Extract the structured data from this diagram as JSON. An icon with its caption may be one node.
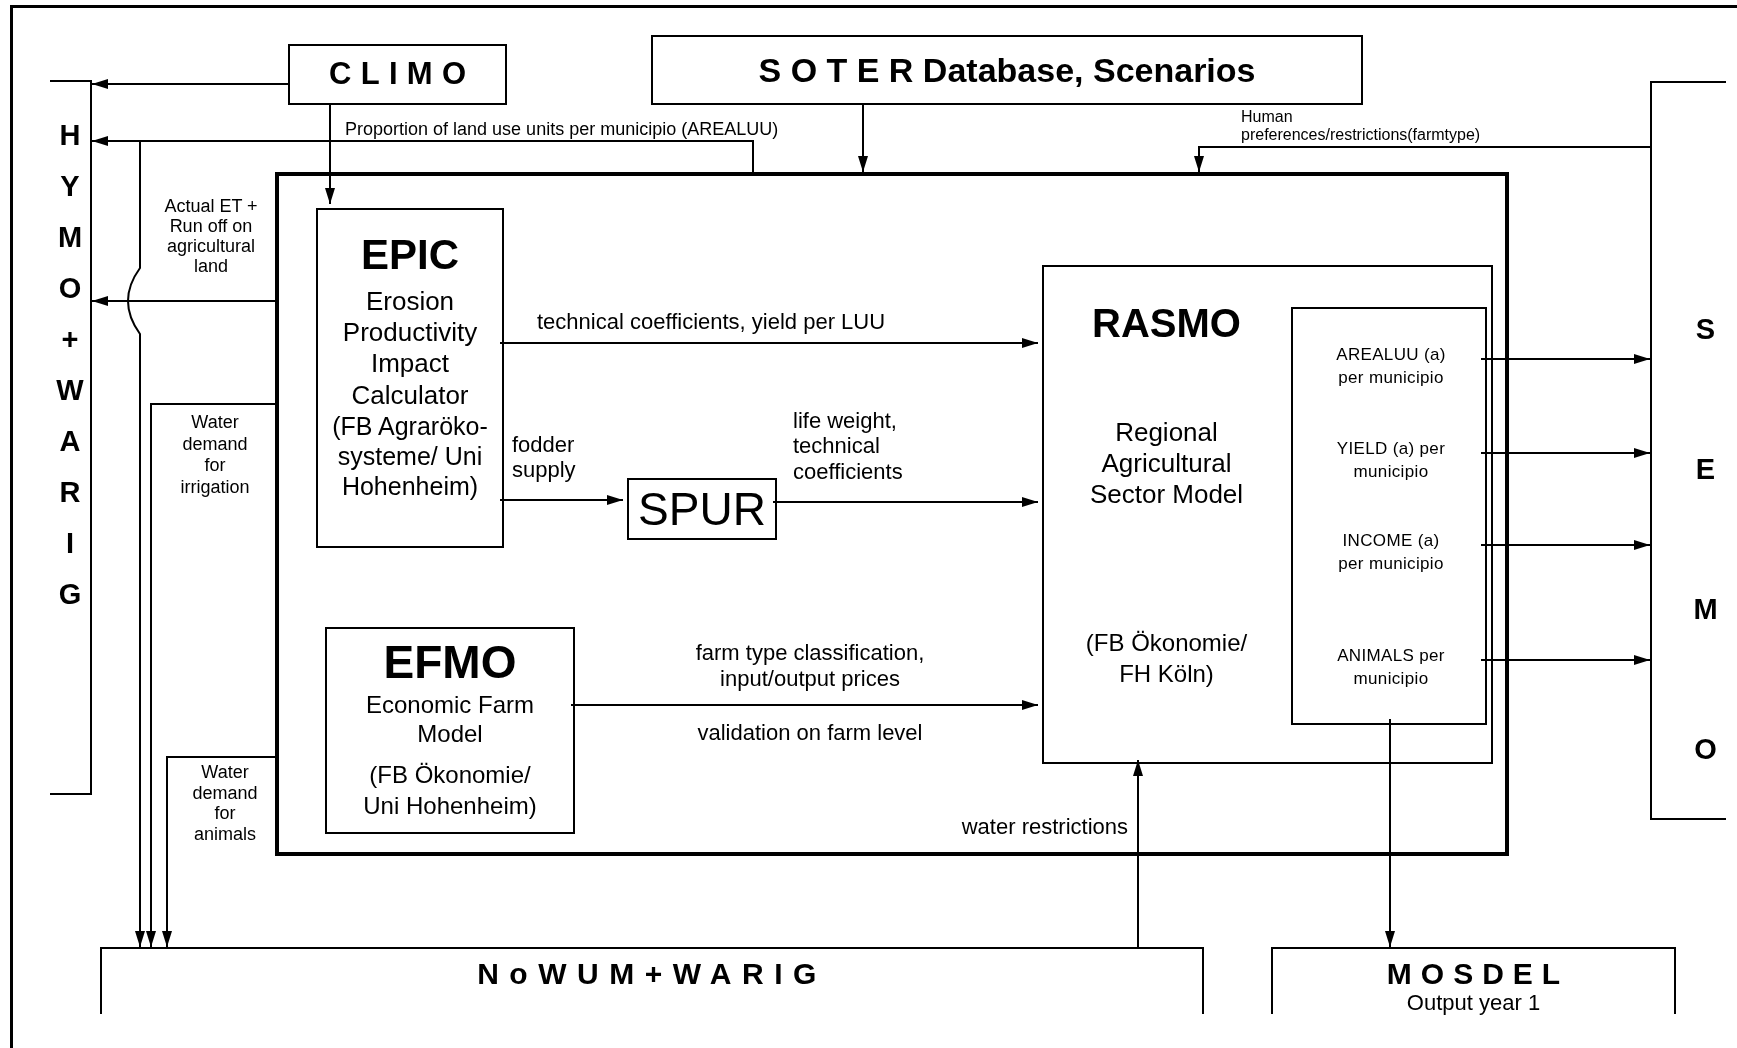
{
  "diagram": {
    "nodes": [
      {
        "text": [
          "HYMO+WARIG"
        ]
      },
      {
        "text": [
          "CLIMO"
        ]
      },
      {
        "text": [
          "S O T E R Database, Scenarios"
        ]
      },
      {
        "text": [
          "SEMO"
        ]
      },
      {
        "text": [],
        "shape": "box"
      },
      {
        "text": [
          "EPIC",
          "Erosion Productivity Impact Calculator",
          "(FB Agraröko- systeme/ Uni Hohenheim)"
        ],
        "in": 4
      },
      {
        "text": [
          "SPUR"
        ],
        "in": 4
      },
      {
        "text": [
          "EFMO",
          "Economic Farm Model",
          "(FB Ökonomie/ Uni Hohenheim)"
        ],
        "in": 4
      },
      {
        "text": [
          "RASMO",
          "Regional Agricultural Sector Model",
          "(FB Ökonomie/ FH Köln)"
        ],
        "in": 4
      },
      {
        "text": [],
        "shape": "box",
        "in": 8
      },
      {
        "text": [
          "AREALUU (a) per municipio"
        ],
        "in": 9
      },
      {
        "text": [
          "YIELD (a) per municipio"
        ],
        "in": 9
      },
      {
        "text": [
          "INCOME (a) per municipio"
        ],
        "in": 9
      },
      {
        "text": [
          "ANIMALS per municipio"
        ],
        "in": 9
      },
      {
        "text": [
          "NoWUM+WARIG"
        ]
      },
      {
        "text": [
          "MOSDEL",
          "Output year 1"
        ]
      }
    ],
    "edges": [
      {
        "from": 1,
        "to": 0,
        "arrow": "to"
      },
      {
        "from": 1,
        "to": 5,
        "arrow": "to"
      },
      {
        "from": 4,
        "to": 0,
        "arrow": "to",
        "label": "Proportion of land use units per municipio (AREALUU)"
      },
      {
        "from": 4,
        "to": 14,
        "arrow": "to"
      },
      {
        "from": 4,
        "to": 0,
        "arrow": "to",
        "label": "Actual ET + Run off on agricultural land"
      },
      {
        "from": 4,
        "to": 14,
        "arrow": "to",
        "label": "Water demand for irrigation"
      },
      {
        "from": 4,
        "to": 14,
        "arrow": "to",
        "label": "Water demand for animals"
      },
      {
        "from": 2,
        "to": 4,
        "arrow": "to"
      },
      {
        "from": 3,
        "to": 4,
        "arrow": "to",
        "label": "Human preferences/restrictions(farmtype)"
      },
      {
        "from": 5,
        "to": 8,
        "arrow": "to",
        "label": "technical coefficients, yield per LUU"
      },
      {
        "from": 5,
        "to": 6,
        "arrow": "to",
        "label": "fodder supply"
      },
      {
        "from": 6,
        "to": 8,
        "arrow": "to",
        "label": "life weight, technical coefficients"
      },
      {
        "from": 7,
        "to": 8,
        "arrow": "to",
        "label": "farm type classification, input/output prices"
      },
      {
        "from": 14,
        "to": 8,
        "arrow": "to",
        "label": "water restrictions"
      },
      {
        "from": 10,
        "to": 3,
        "arrow": "to"
      },
      {
        "from": 11,
        "to": 3,
        "arrow": "to"
      },
      {
        "from": 12,
        "to": 3,
        "arrow": "to"
      },
      {
        "from": 13,
        "to": 3,
        "arrow": "to"
      },
      {
        "from": 9,
        "to": 15,
        "arrow": "to"
      }
    ],
    "labels": [
      "validation on farm level"
    ]
  }
}
